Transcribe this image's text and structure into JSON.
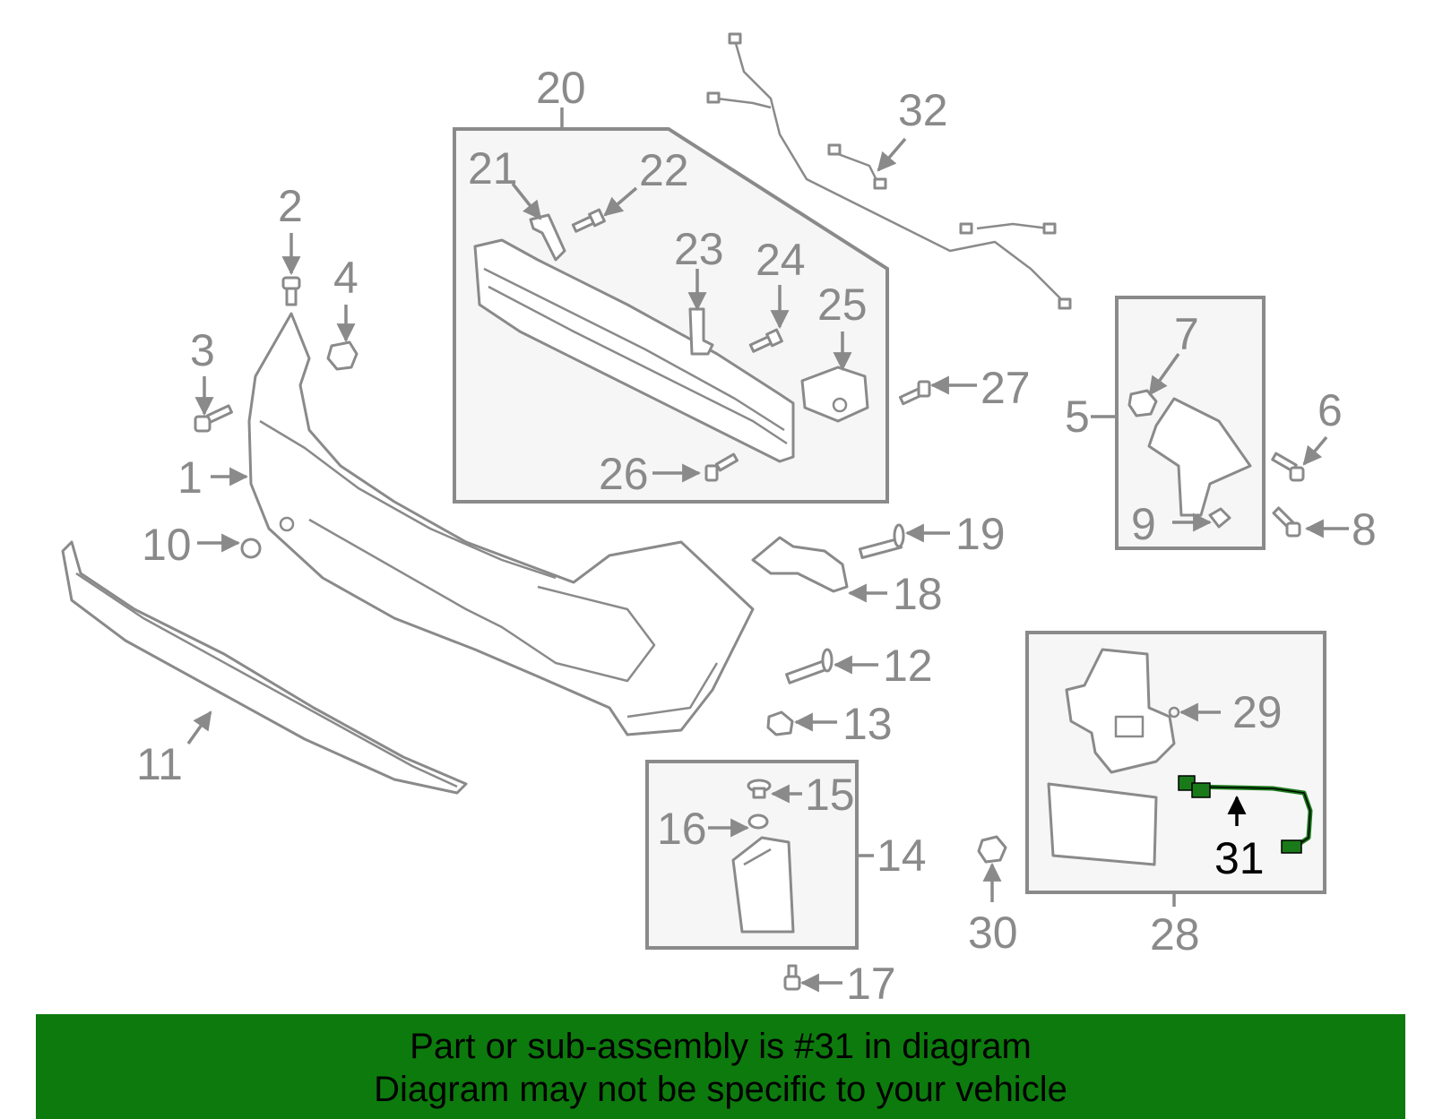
{
  "banner": {
    "line1": "Part or sub-assembly is #31 in diagram",
    "line2": "Diagram may not be specific to your vehicle",
    "background_color": "#0d7a0d"
  },
  "highlight_color": "#1a7a1a",
  "callouts": {
    "c1": "1",
    "c2": "2",
    "c3": "3",
    "c4": "4",
    "c5": "5",
    "c6": "6",
    "c7": "7",
    "c8": "8",
    "c9": "9",
    "c10": "10",
    "c11": "11",
    "c12": "12",
    "c13": "13",
    "c14": "14",
    "c15": "15",
    "c16": "16",
    "c17": "17",
    "c18": "18",
    "c19": "19",
    "c20": "20",
    "c21": "21",
    "c22": "22",
    "c23": "23",
    "c24": "24",
    "c25": "25",
    "c26": "26",
    "c27": "27",
    "c28": "28",
    "c29": "29",
    "c30": "30",
    "c31": "31",
    "c32": "32"
  }
}
